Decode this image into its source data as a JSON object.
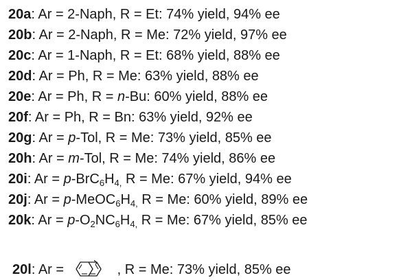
{
  "entries": [
    {
      "id": "20a",
      "pre": ": Ar = 2-Naph, R = Et: 74% yield, 94% ee"
    },
    {
      "id": "20b",
      "pre": ": Ar = 2-Naph, R = Me: 72% yield, 97% ee"
    },
    {
      "id": "20c",
      "pre": ": Ar = 1-Naph, R = Et: 68% yield, 88% ee"
    },
    {
      "id": "20d",
      "pre": ": Ar = Ph, R = Me: 63% yield, 88% ee"
    },
    {
      "id": "20e",
      "pre": ": Ar = Ph, R = ",
      "it": "n",
      "post": "-Bu: 60% yield, 88% ee"
    },
    {
      "id": "20f",
      "pre": ": Ar = Ph, R = Bn: 63% yield, 92% ee"
    },
    {
      "id": "20g",
      "pre": ": Ar = ",
      "it": "p",
      "post": "-Tol, R = Me: 73% yield, 85% ee"
    },
    {
      "id": "20h",
      "pre": ": Ar = ",
      "it": "m",
      "post": "-Tol, R = Me: 74% yield, 86% ee"
    },
    {
      "id": "20i",
      "pre": ": Ar = ",
      "it": "p",
      "post": "-BrC",
      "sub1": "6",
      "mid": "H",
      "sub2": "4,",
      "end": " R = Me: 67% yield, 94% ee"
    },
    {
      "id": "20j",
      "pre": ": Ar = ",
      "it": "p",
      "post": "-MeOC",
      "sub1": "6",
      "mid": "H",
      "sub2": "4,",
      "end": " R = Me: 60% yield, 89% ee"
    },
    {
      "id": "20k",
      "pre": ": Ar = ",
      "it": "p",
      "post": "-O",
      "sub0": "2",
      "post2": "NC",
      "sub1": "6",
      "mid": "H",
      "sub2": "4,",
      "end": " R = Me: 67% yield, 85% ee"
    }
  ],
  "last": {
    "id": "20l",
    "pre": ": Ar = ",
    "post": ", R = Me: 73% yield, 85% ee",
    "structure_icon": "1-naphthyl-structure-icon"
  }
}
